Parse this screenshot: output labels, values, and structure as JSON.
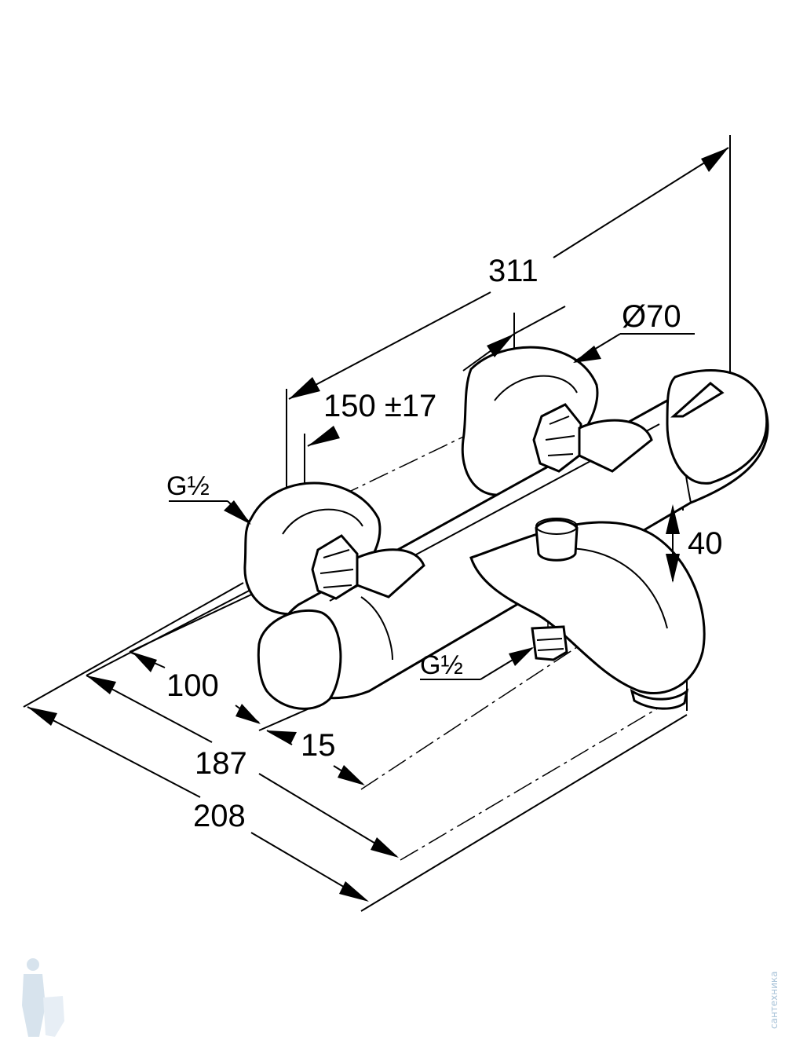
{
  "dimensions": {
    "overall_width": "311",
    "rosette_diameter": "Ø70",
    "center_distance": "150 ±17",
    "inlet_thread_left": "G½",
    "outlet_thread": "G½",
    "height": "40",
    "depth_100": "100",
    "depth_15": "15",
    "depth_187": "187",
    "depth_208": "208"
  },
  "watermark": {
    "text": "сантехника"
  },
  "colors": {
    "line": "#000000",
    "background": "#ffffff",
    "watermark": "#a9c3d8"
  }
}
